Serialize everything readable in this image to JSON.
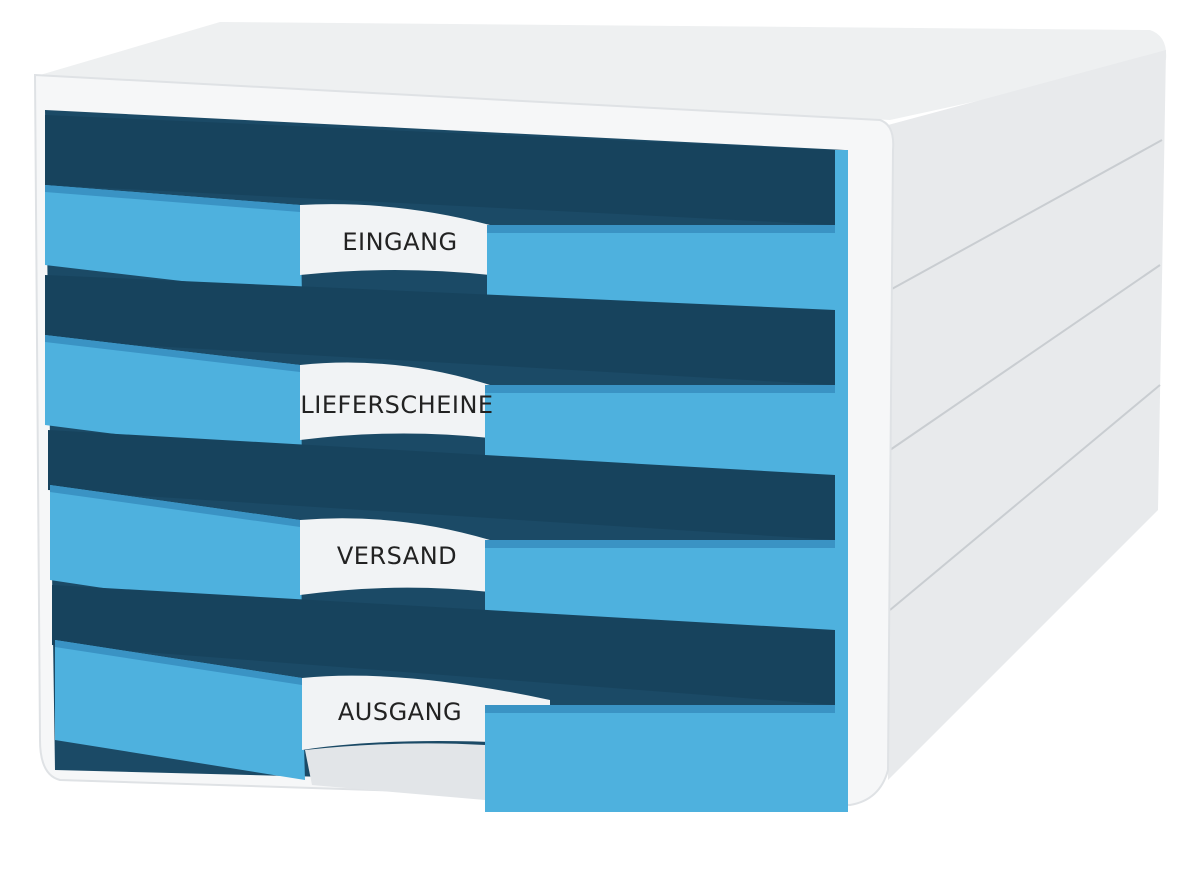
{
  "product": {
    "drawers": [
      {
        "label": "EINGANG"
      },
      {
        "label": "LIEFERSCHEINE"
      },
      {
        "label": "VERSAND"
      },
      {
        "label": "AUSGANG"
      }
    ]
  },
  "colors": {
    "drawer_blue": "#4eb1de",
    "drawer_blue_dark": "#3a93c4",
    "interior": "#1b4a66",
    "cabinet": "#f4f5f6",
    "side": "#e9ebed"
  }
}
